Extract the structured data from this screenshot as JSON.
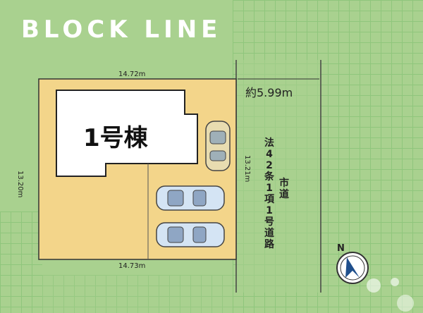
{
  "brand": {
    "logo_text": "BLOCK LINE"
  },
  "site_plan": {
    "width_top": "14.72m",
    "width_bottom": "14.73m",
    "depth_left": "13.20m",
    "depth_right": "13.21m",
    "road_width": "約5.99m",
    "building_label": "1号棟",
    "road_label": "市道",
    "road_law": "法42条1項1号道路"
  },
  "colors": {
    "background": "#a6d08a",
    "grid": "#7fbf6f",
    "lot": "#f3d58a",
    "building": "#ffffff",
    "border": "#333333"
  },
  "icons": {
    "compass": "compass-icon",
    "car": "car-icon"
  },
  "compass": {
    "north_label": "N"
  }
}
